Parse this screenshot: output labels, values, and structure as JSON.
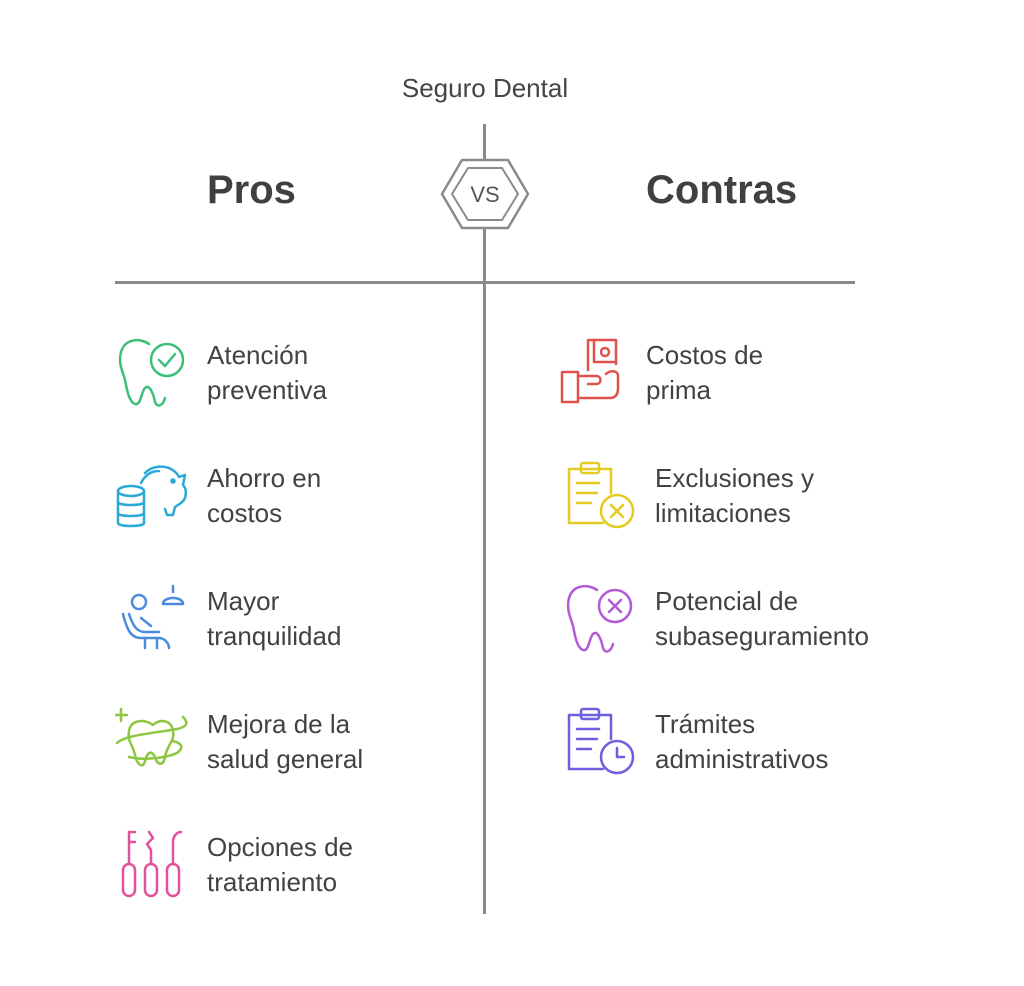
{
  "title": "Seguro Dental",
  "vs_label": "VS",
  "pros": {
    "heading": "Pros",
    "items": [
      {
        "line1": "Atención",
        "line2": "preventiva",
        "icon": "tooth-check-icon",
        "color": "#3dbf7a"
      },
      {
        "line1": "Ahorro en",
        "line2": "costos",
        "icon": "piggy-bank-coins-icon",
        "color": "#29a9d6"
      },
      {
        "line1": "Mayor",
        "line2": "tranquilidad",
        "icon": "dental-chair-icon",
        "color": "#4b8be0"
      },
      {
        "line1": "Mejora de la",
        "line2": "salud general",
        "icon": "healthy-tooth-icon",
        "color": "#8dc63f"
      },
      {
        "line1": "Opciones de",
        "line2": "tratamiento",
        "icon": "dental-tools-icon",
        "color": "#e0529c"
      }
    ]
  },
  "contras": {
    "heading": "Contras",
    "items": [
      {
        "line1": "Costos de",
        "line2": "prima",
        "icon": "hand-money-icon",
        "color": "#e0524d"
      },
      {
        "line1": "Exclusiones y",
        "line2": "limitaciones",
        "icon": "clipboard-x-icon",
        "color": "#e3cb1f"
      },
      {
        "line1": "Potencial de",
        "line2": "subaseguramiento",
        "icon": "tooth-x-icon",
        "color": "#b35ad6"
      },
      {
        "line1": "Trámites",
        "line2": "administrativos",
        "icon": "clipboard-clock-icon",
        "color": "#6e5ee0"
      }
    ]
  }
}
